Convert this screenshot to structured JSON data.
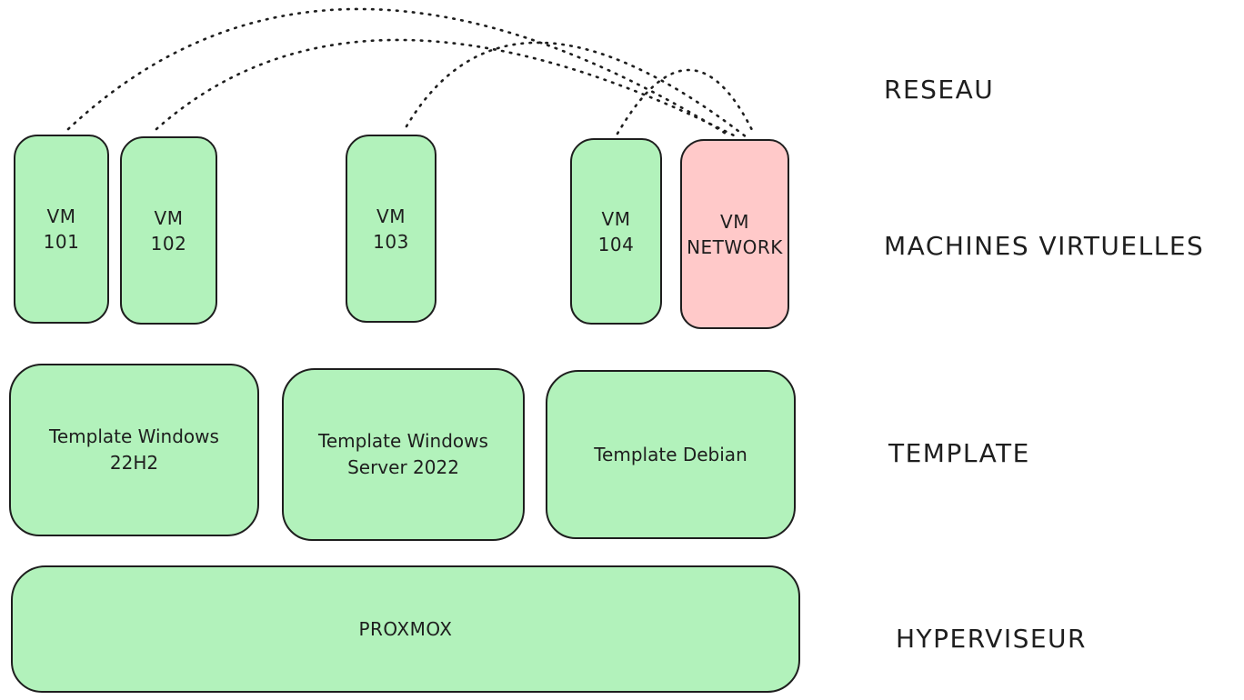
{
  "diagram": {
    "background": "#ffffff",
    "stroke_color": "#1e1e1e",
    "green_fill": "#b2f2bb",
    "pink_fill": "#ffc9c9"
  },
  "layer_labels": {
    "reseau": "RESEAU",
    "machines_virtuelles": "MACHINES VIRTUELLES",
    "template": "TEMPLATE",
    "hyperviseur": "HYPERVISEUR"
  },
  "vms": [
    {
      "line1": "VM",
      "line2": "101",
      "fill": "#b2f2bb"
    },
    {
      "line1": "VM",
      "line2": "102",
      "fill": "#b2f2bb"
    },
    {
      "line1": "VM",
      "line2": "103",
      "fill": "#b2f2bb"
    },
    {
      "line1": "VM",
      "line2": "104",
      "fill": "#b2f2bb"
    },
    {
      "line1": "VM",
      "line2": "NETWORK",
      "fill": "#ffc9c9"
    }
  ],
  "templates": [
    {
      "label": "Template Windows 22H2"
    },
    {
      "label": "Template Windows Server 2022"
    },
    {
      "label": "Template Debian"
    }
  ],
  "hypervisor": {
    "label": "PROXMOX"
  },
  "connections": [
    {
      "from": "VM 101",
      "to": "VM NETWORK",
      "style": "dotted-arc"
    },
    {
      "from": "VM 102",
      "to": "VM NETWORK",
      "style": "dotted-arc"
    },
    {
      "from": "VM 103",
      "to": "VM NETWORK",
      "style": "dotted-arc"
    },
    {
      "from": "VM 104",
      "to": "VM NETWORK",
      "style": "dotted-arc"
    }
  ]
}
